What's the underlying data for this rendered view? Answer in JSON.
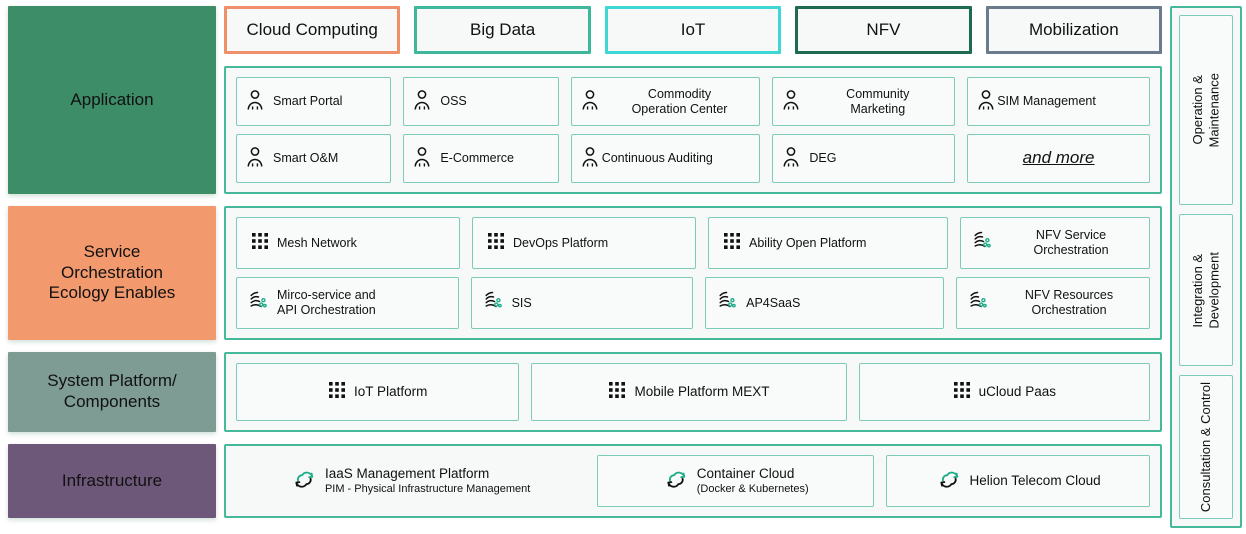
{
  "colors": {
    "teal": "#46B99A",
    "cell_border": "#7FCBBA",
    "application_layer": "#3D8D69",
    "service_layer": "#F2996E",
    "system_layer": "#7E9C94",
    "infrastructure_layer": "#6E5879",
    "panel_bg": "#F7F8F8",
    "icon_green": "#1FAE88"
  },
  "tags": [
    {
      "label": "Cloud Computing",
      "border": "#F0906A"
    },
    {
      "label": "Big Data",
      "border": "#3FB79A"
    },
    {
      "label": "IoT",
      "border": "#3FD6D6"
    },
    {
      "label": "NFV",
      "border": "#1F6B52"
    },
    {
      "label": "Mobilization",
      "border": "#6B7A8C"
    }
  ],
  "layers": {
    "application": {
      "label": "Application"
    },
    "service": {
      "label": "Service\nOrchestration\nEcology Enables"
    },
    "system": {
      "label": "System Platform/\nComponents"
    },
    "infrastructure": {
      "label": "Infrastructure"
    }
  },
  "application": {
    "row1": [
      {
        "label": "Smart Portal",
        "icon": "person-icon"
      },
      {
        "label": "OSS",
        "icon": "person-icon"
      },
      {
        "label": "Commodity\nOperation Center",
        "icon": "person-icon"
      },
      {
        "label": "Community\nMarketing",
        "icon": "person-icon"
      },
      {
        "label": "SIM Management",
        "icon": "person-icon"
      }
    ],
    "row2": [
      {
        "label": "Smart O&M",
        "icon": "person-icon"
      },
      {
        "label": "E-Commerce",
        "icon": "person-icon"
      },
      {
        "label": "Continuous Auditing",
        "icon": "person-icon"
      },
      {
        "label": "DEG",
        "icon": "person-icon"
      },
      {
        "label": "and more",
        "icon": "none"
      }
    ]
  },
  "service": {
    "row1": [
      {
        "label": "Mesh Network",
        "icon": "dots-grid-icon"
      },
      {
        "label": "DevOps Platform",
        "icon": "dots-grid-icon"
      },
      {
        "label": "Ability Open Platform",
        "icon": "dots-grid-icon"
      },
      {
        "label": "NFV Service\nOrchestration",
        "icon": "orchestration-icon"
      }
    ],
    "row2": [
      {
        "label": "Mirco-service and\nAPI Orchestration",
        "icon": "orchestration-icon"
      },
      {
        "label": "SIS",
        "icon": "orchestration-icon"
      },
      {
        "label": "AP4SaaS",
        "icon": "orchestration-icon"
      },
      {
        "label": "NFV Resources\nOrchestration",
        "icon": "orchestration-icon"
      }
    ]
  },
  "system": {
    "row1": [
      {
        "label": "IoT Platform",
        "icon": "dots-grid-icon"
      },
      {
        "label": "Mobile Platform MEXT",
        "icon": "dots-grid-icon"
      },
      {
        "label": "uCloud Paas",
        "icon": "dots-grid-icon"
      }
    ]
  },
  "infrastructure": {
    "row1": [
      {
        "title": "IaaS Management Platform",
        "subtitle": "PIM - Physical Infrastructure Management",
        "icon": "cloud-icon",
        "bordered": false
      },
      {
        "title": "Container Cloud",
        "subtitle": "(Docker & Kubernetes)",
        "icon": "cloud-icon",
        "bordered": true
      },
      {
        "title": "Helion Telecom Cloud",
        "subtitle": "",
        "icon": "cloud-icon",
        "bordered": true
      }
    ]
  },
  "sidebar": {
    "items": [
      {
        "label": "Operation &\nMaintenance"
      },
      {
        "label": "Integration &\nDevelopment"
      },
      {
        "label": "Consultation & Control"
      }
    ]
  }
}
